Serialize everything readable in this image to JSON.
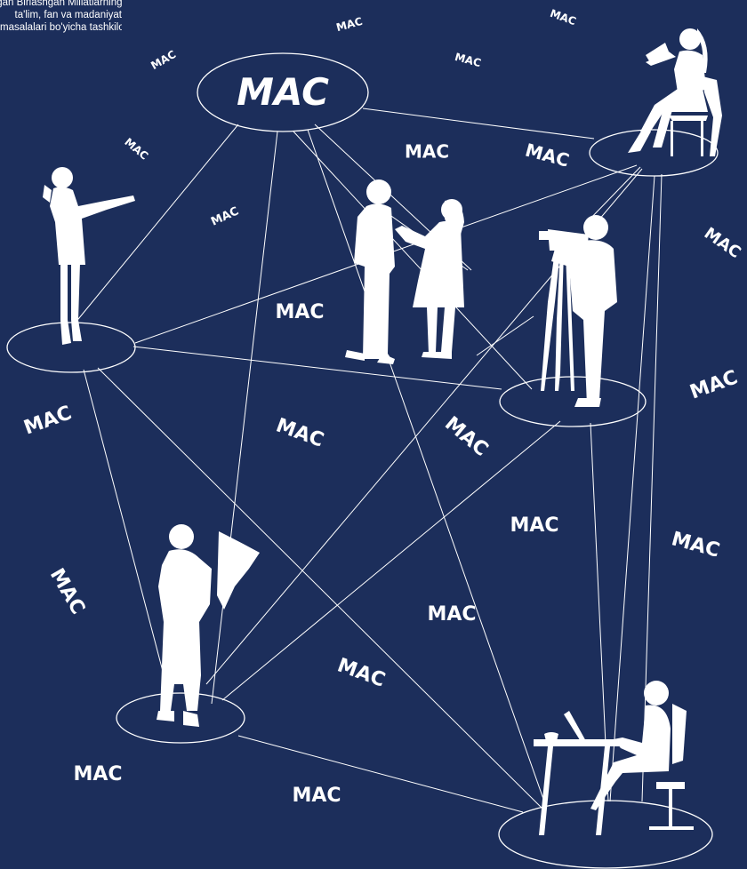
{
  "intro_lines": [
    "tashkil qilingan Birlashgan Millatlarning",
    "ta'lim, fan va madaniyat",
    "masalalari bo'yicha tashkiloti"
  ],
  "hub_label": "MAC",
  "scattered_label": "MAC",
  "colors": {
    "background": "#1c2e5b",
    "foreground": "#ffffff"
  },
  "nodes": [
    {
      "id": "hub",
      "figure": "label"
    },
    {
      "id": "phone-woman",
      "figure": "woman talking on phone"
    },
    {
      "id": "reading-woman",
      "figure": "seated woman reading"
    },
    {
      "id": "interview",
      "figure": "interviewer and interviewee"
    },
    {
      "id": "cameraman",
      "figure": "cameraman with tripod"
    },
    {
      "id": "newspaper-man",
      "figure": "man reading newspaper"
    },
    {
      "id": "laptop-woman",
      "figure": "woman at laptop desk"
    }
  ]
}
